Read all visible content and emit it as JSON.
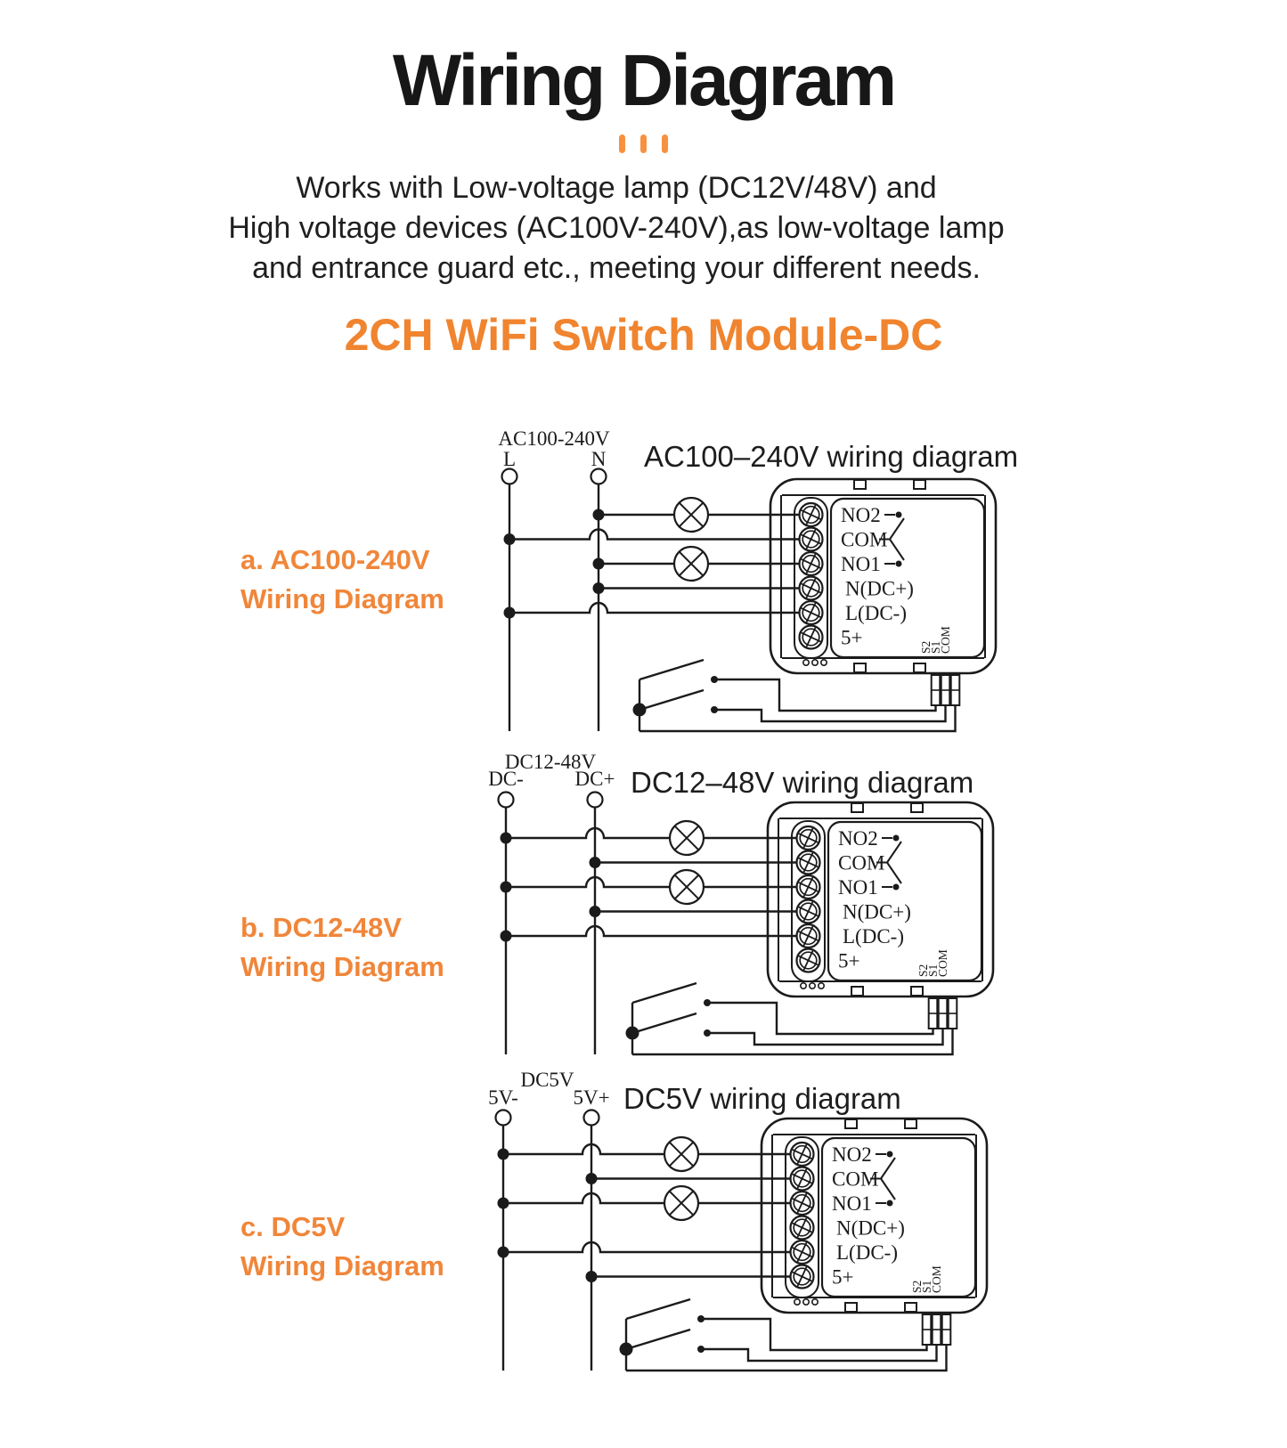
{
  "page": {
    "accent": "#f0863a",
    "ink": "#1b1b1b",
    "background": "#ffffff"
  },
  "header": {
    "title": "Wiring Diagram",
    "divider_dashes": 3,
    "description_lines": [
      "Works with Low-voltage lamp (DC12V/48V) and",
      "High voltage devices (AC100V-240V),as low-voltage lamp",
      "and entrance guard etc., meeting your different needs."
    ],
    "subtitle": "2CH WiFi Switch Module-DC"
  },
  "module_labels": {
    "terminals": [
      "NO2",
      "COM",
      "NO1",
      "N(DC+)",
      "L(DC-)",
      "5+"
    ],
    "signal_pins": [
      "S2",
      "S1",
      "COM"
    ]
  },
  "diagrams": [
    {
      "id": "a",
      "side_label_line1": "a. AC100-240V",
      "side_label_line2": "Wiring Diagram",
      "supply": "AC100-240V",
      "neg_terminal": "L",
      "pos_terminal": "N",
      "title": "AC100–240V wiring diagram",
      "connections": [
        {
          "from": "N",
          "to": "NO2",
          "source": "right",
          "terminal": 0,
          "lamp": true,
          "hop": false
        },
        {
          "from": "L",
          "to": "COM",
          "source": "left",
          "terminal": 1,
          "lamp": false,
          "hop": true
        },
        {
          "from": "N",
          "to": "NO1",
          "source": "right",
          "terminal": 2,
          "lamp": true,
          "hop": false
        },
        {
          "from": "N",
          "to": "N(DC+)",
          "source": "right",
          "terminal": 3,
          "lamp": false,
          "hop": false
        },
        {
          "from": "L",
          "to": "L(DC-)",
          "source": "left",
          "terminal": 4,
          "lamp": false,
          "hop": true
        }
      ]
    },
    {
      "id": "b",
      "side_label_line1": "b. DC12-48V",
      "side_label_line2": "Wiring Diagram",
      "supply": "DC12-48V",
      "neg_terminal": "DC-",
      "pos_terminal": "DC+",
      "title": "DC12–48V wiring diagram",
      "connections": [
        {
          "from": "DC-",
          "to": "NO2",
          "source": "left",
          "terminal": 0,
          "lamp": true,
          "hop": true
        },
        {
          "from": "DC+",
          "to": "COM",
          "source": "right",
          "terminal": 1,
          "lamp": false,
          "hop": false
        },
        {
          "from": "DC-",
          "to": "NO1",
          "source": "left",
          "terminal": 2,
          "lamp": true,
          "hop": true
        },
        {
          "from": "DC+",
          "to": "N(DC+)",
          "source": "right",
          "terminal": 3,
          "lamp": false,
          "hop": false
        },
        {
          "from": "DC-",
          "to": "L(DC-)",
          "source": "left",
          "terminal": 4,
          "lamp": false,
          "hop": true
        }
      ]
    },
    {
      "id": "c",
      "side_label_line1": "c. DC5V",
      "side_label_line2": "Wiring Diagram",
      "supply": "DC5V",
      "neg_terminal": "5V-",
      "pos_terminal": "5V+",
      "title": "DC5V wiring diagram",
      "connections": [
        {
          "from": "5V-",
          "to": "NO2",
          "source": "left",
          "terminal": 0,
          "lamp": true,
          "hop": true
        },
        {
          "from": "5V+",
          "to": "COM",
          "source": "right",
          "terminal": 1,
          "lamp": false,
          "hop": false
        },
        {
          "from": "5V-",
          "to": "NO1",
          "source": "left",
          "terminal": 2,
          "lamp": true,
          "hop": true
        },
        {
          "from": "5V-",
          "to": "L(DC-)",
          "source": "left",
          "terminal": 4,
          "lamp": false,
          "hop": true
        },
        {
          "from": "5V+",
          "to": "5+",
          "source": "right",
          "terminal": 5,
          "lamp": false,
          "hop": false
        }
      ]
    }
  ]
}
